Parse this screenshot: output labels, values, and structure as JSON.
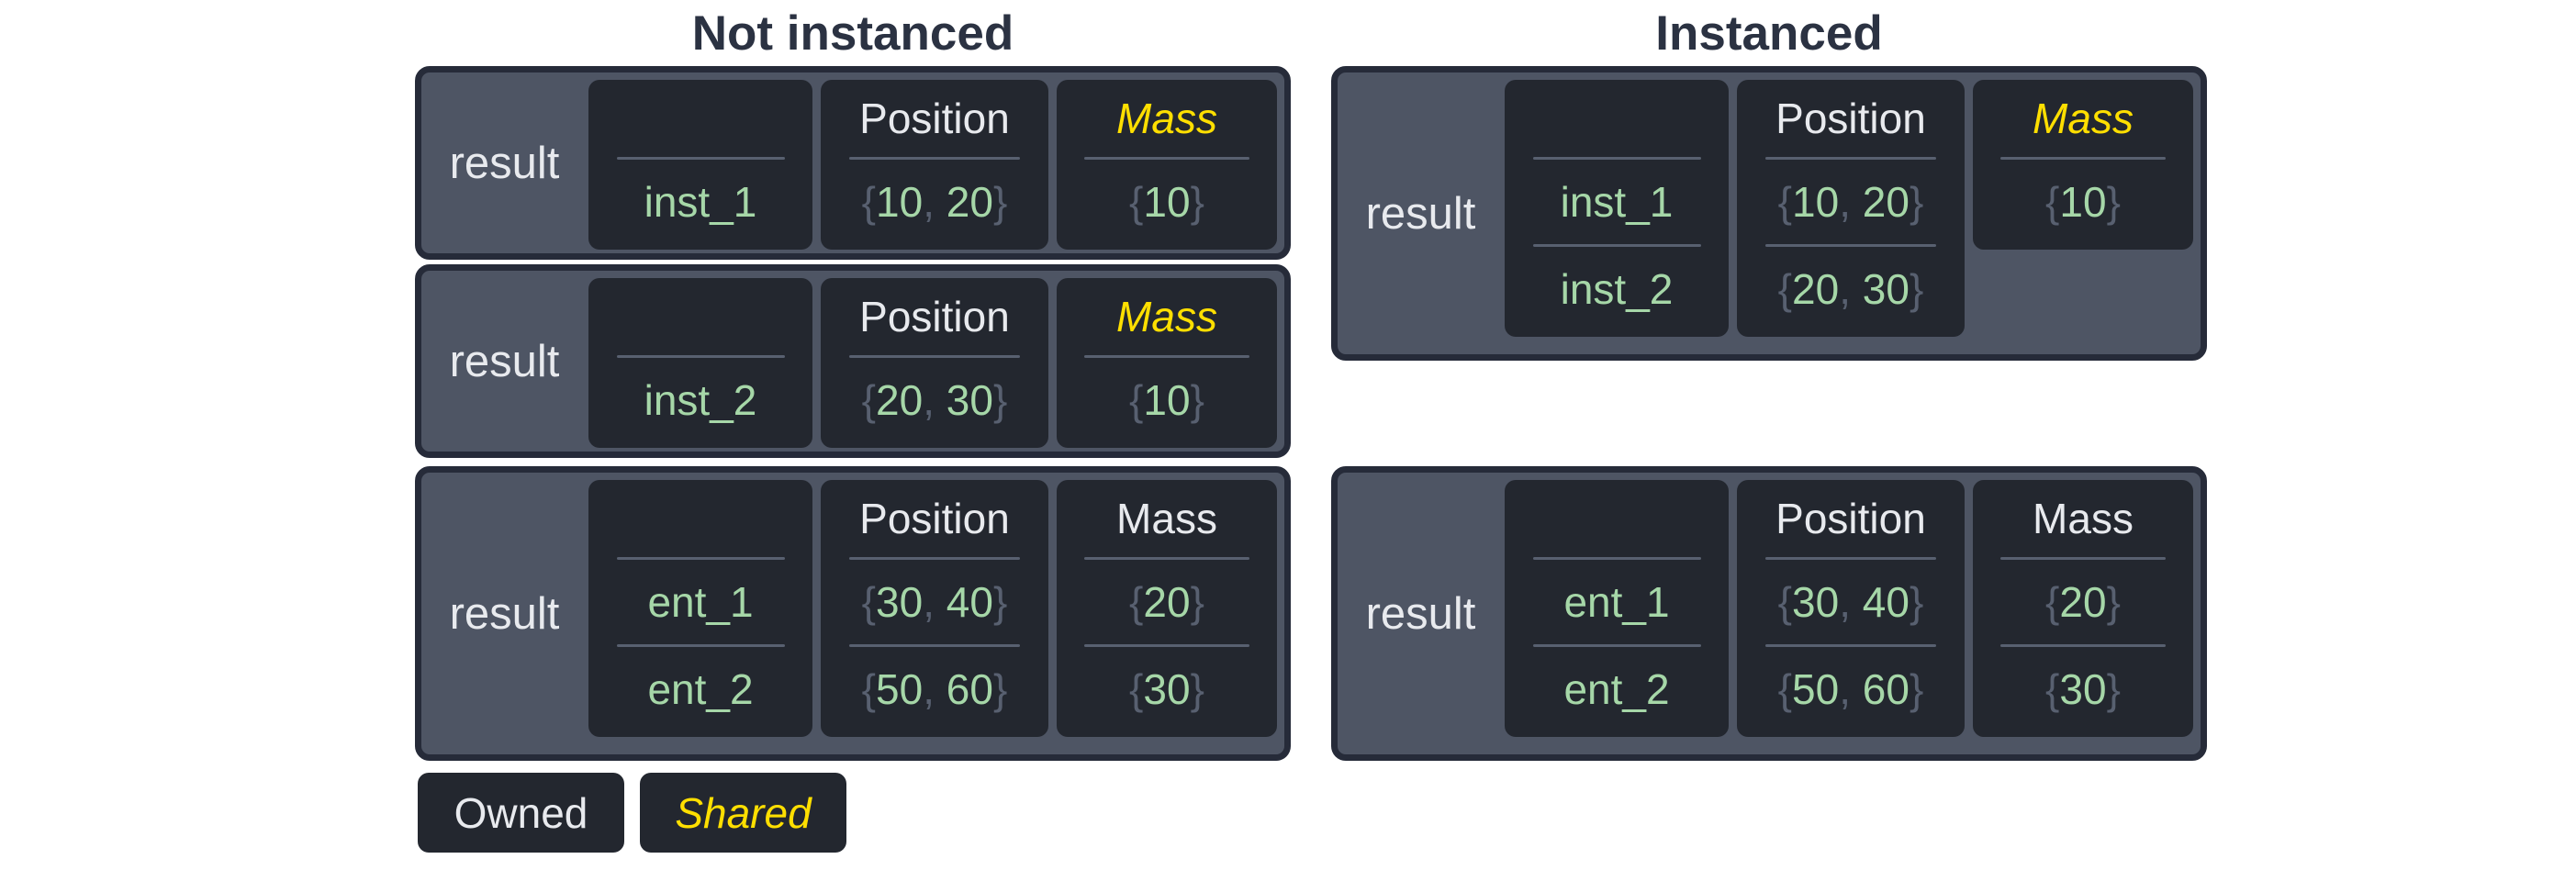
{
  "titles": {
    "left": "Not instanced",
    "right": "Instanced"
  },
  "symbols": {
    "open": "{",
    "close": "}",
    "comma": ", "
  },
  "headers": {
    "position": "Position",
    "mass": "Mass"
  },
  "legend": {
    "owned": "Owned",
    "shared": "Shared"
  },
  "colors": {
    "background": "#ffffff",
    "title_text": "#2b3242",
    "panel_fill": "#4e5564",
    "panel_border": "#262b39",
    "cell_fill": "#23272f",
    "light_text": "#e8eaee",
    "value_green": "#a6d7a8",
    "shared_yellow": "#ffdf00",
    "dim_gray": "#586070"
  },
  "tables": {
    "left_inst1": {
      "label": "result",
      "entities": [
        "inst_1"
      ],
      "positions": [
        [
          "10",
          "20"
        ]
      ],
      "masses": [
        "10"
      ],
      "mass_shared": true
    },
    "left_inst2": {
      "label": "result",
      "entities": [
        "inst_2"
      ],
      "positions": [
        [
          "20",
          "30"
        ]
      ],
      "masses": [
        "10"
      ],
      "mass_shared": true
    },
    "left_ents": {
      "label": "result",
      "entities": [
        "ent_1",
        "ent_2"
      ],
      "positions": [
        [
          "30",
          "40"
        ],
        [
          "50",
          "60"
        ]
      ],
      "masses": [
        "20",
        "30"
      ],
      "mass_shared": false
    },
    "right_inst": {
      "label": "result",
      "entities": [
        "inst_1",
        "inst_2"
      ],
      "positions": [
        [
          "10",
          "20"
        ],
        [
          "20",
          "30"
        ]
      ],
      "masses": [
        "10"
      ],
      "mass_shared": true
    },
    "right_ents": {
      "label": "result",
      "entities": [
        "ent_1",
        "ent_2"
      ],
      "positions": [
        [
          "30",
          "40"
        ],
        [
          "50",
          "60"
        ]
      ],
      "masses": [
        "20",
        "30"
      ],
      "mass_shared": false
    }
  }
}
